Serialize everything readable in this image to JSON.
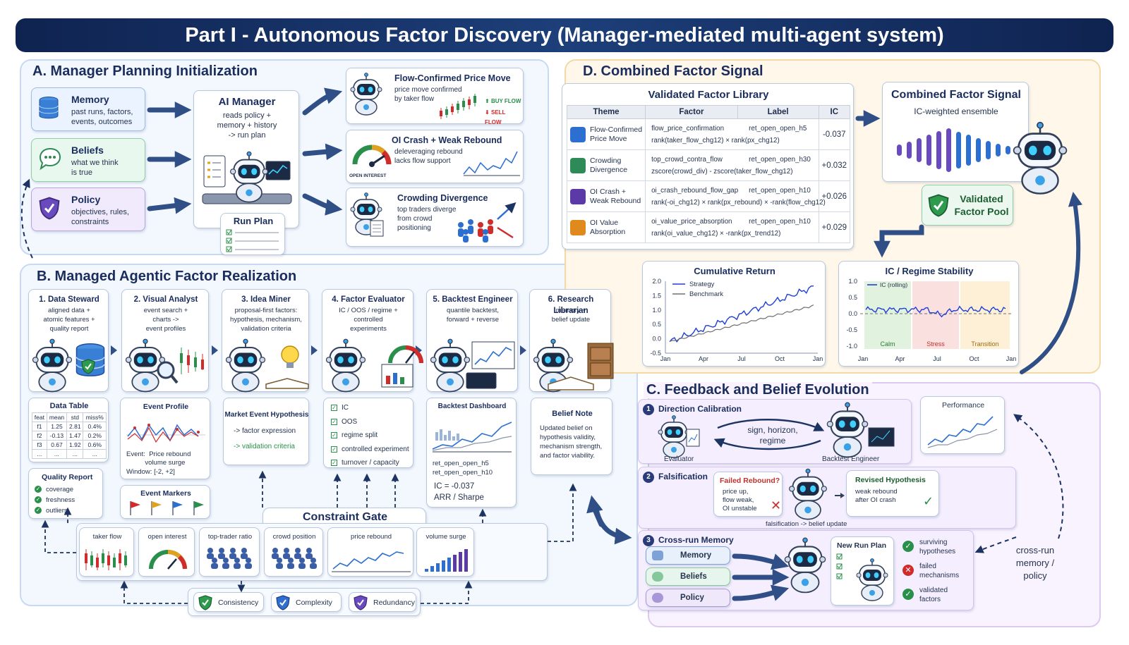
{
  "title": "Part I - Autonomous Factor Discovery (Manager-mediated multi-agent system)",
  "secA": {
    "title": "A. Manager Planning Initialization",
    "memory": {
      "title": "Memory",
      "desc": "past runs, factors,\nevents, outcomes"
    },
    "beliefs": {
      "title": "Beliefs",
      "desc": "what we think\nis true"
    },
    "policy": {
      "title": "Policy",
      "desc": "objectives, rules,\nconstraints"
    },
    "manager": {
      "title": "AI Manager",
      "desc": "reads policy +\nmemory + history\n-> run plan"
    },
    "runplan": "Run Plan",
    "hyp1": {
      "title": "Flow-Confirmed Price Move",
      "desc": "price move confirmed\nby taker flow",
      "buy": "BUY FLOW",
      "sell": "SELL FLOW"
    },
    "hyp2": {
      "title": "OI Crash + Weak Rebound",
      "desc": "deleveraging rebound\nlacks flow support",
      "gauge": "OPEN INTEREST"
    },
    "hyp3": {
      "title": "Crowding Divergence",
      "desc": "top traders diverge\nfrom crowd\npositioning"
    }
  },
  "secB": {
    "title": "B. Managed Agentic Factor Realization",
    "agents": [
      {
        "title": "1. Data Steward",
        "desc": "aligned data +\natomic features +\nquality report"
      },
      {
        "title": "2. Visual Analyst",
        "desc": "event search +\ncharts ->\nevent profiles"
      },
      {
        "title": "3. Idea Miner",
        "desc": "proposal-first factors:\nhypothesis, mechanism,\nvalidation criteria"
      },
      {
        "title": "4. Factor Evaluator",
        "desc": "IC / OOS / regime +\ncontrolled\nexperiments"
      },
      {
        "title": "5. Backtest Engineer",
        "desc": "quantile backtest,\nforward + reverse"
      },
      {
        "title": "6. Research Librarian",
        "desc": "memory +\nbelief update"
      }
    ],
    "datatable": {
      "title": "Data Table",
      "headers": [
        "feat",
        "mean",
        "std",
        "miss%"
      ],
      "rows": [
        [
          "f1",
          "1.25",
          "2.81",
          "0.4%"
        ],
        [
          "f2",
          "-0.13",
          "1.47",
          "0.2%"
        ],
        [
          "f3",
          "0.67",
          "1.92",
          "0.6%"
        ],
        [
          "...",
          "...",
          "...",
          "..."
        ]
      ]
    },
    "quality": {
      "title": "Quality Report",
      "items": [
        "coverage",
        "freshness",
        "outliers"
      ]
    },
    "eventprofile": {
      "title": "Event Profile",
      "event": "Event:  Price rebound\n          volume surge",
      "window": "Window: [-2, +2]"
    },
    "eventmarkers": "Event Markers",
    "hypothesis": {
      "title": "Market Event Hypothesis",
      "l1": "-> factor expression",
      "l2": "-> validation criteria"
    },
    "evalchecks": [
      "IC",
      "OOS",
      "regime split",
      "controlled experiment",
      "turnover / capacity"
    ],
    "dashboard": {
      "title": "Backtest Dashboard",
      "labels": "ret_open_open_h5\nret_open_open_h10",
      "ic": "IC  =  -0.037",
      "arr": "ARR / Sharpe"
    },
    "belief": {
      "title": "Belief Note",
      "desc": "Updated belief on\nhypothesis validity,\nmechanism strength,\nand factor viability."
    },
    "gate": "Constraint Gate",
    "features": [
      "taker flow",
      "open interest",
      "top-trader ratio",
      "crowd position",
      "price rebound",
      "volume surge"
    ],
    "checks": [
      "Consistency",
      "Complexity",
      "Redundancy"
    ]
  },
  "secD": {
    "title": "D. Combined Factor Signal",
    "library": {
      "title": "Validated Factor Library",
      "headers": [
        "Theme",
        "Factor",
        "Label",
        "IC"
      ],
      "rows": [
        {
          "theme": "Flow-Confirmed\nPrice Move",
          "f1": "flow_price_confirmation",
          "f2": "rank(taker_flow_chg12) × rank(px_chg12)",
          "label": "ret_open_open_h5",
          "ic": "-0.037",
          "color": "#2c6fd1"
        },
        {
          "theme": "Crowding\nDivergence",
          "f1": "top_crowd_contra_flow",
          "f2": "zscore(crowd_div) - zscore(taker_flow_chg12)",
          "label": "ret_open_open_h30",
          "ic": "+0.032",
          "color": "#2e8b57"
        },
        {
          "theme": "OI Crash +\nWeak Rebound",
          "f1": "oi_crash_rebound_flow_gap",
          "f2": "rank(-oi_chg12) × rank(px_rebound) × -rank(flow_chg12)",
          "label": "ret_open_open_h10",
          "ic": "+0.026",
          "color": "#5b3aa8"
        },
        {
          "theme": "OI Value\nAbsorption",
          "f1": "oi_value_price_absorption",
          "f2": "rank(oi_value_chg12) × -rank(px_trend12)",
          "label": "ret_open_open_h10",
          "ic": "+0.029",
          "color": "#e08a1e"
        }
      ]
    },
    "combined": {
      "title": "Combined Factor Signal",
      "desc": "IC-weighted ensemble"
    },
    "pool": "Validated\nFactor Pool",
    "cumret": {
      "title": "Cumulative Return",
      "legend": [
        "Strategy",
        "Benchmark"
      ],
      "yticks": [
        "2.0",
        "1.5",
        "1.0",
        "0.5",
        "0.0",
        "-0.5"
      ],
      "xticks": [
        "Jan",
        "Apr",
        "Jul",
        "Oct",
        "Jan"
      ]
    },
    "ic": {
      "title": "IC / Regime Stability",
      "legend": "IC (rolling)",
      "yticks": [
        "1.0",
        "0.5",
        "0.0",
        "-0.5",
        "-1.0"
      ],
      "regimes": [
        "Calm",
        "Stress",
        "Transition"
      ],
      "xticks": [
        "Jan",
        "Apr",
        "Jul",
        "Oct",
        "Jan"
      ]
    }
  },
  "secC": {
    "title": "C. Feedback and Belief Evolution",
    "c1": {
      "num": "1",
      "title": "Direction Calibration",
      "mid": "sign, horizon,\nregime",
      "left": "Evaluator",
      "right": "Backtest Engineer"
    },
    "performance": "Performance",
    "c2": {
      "num": "2",
      "title": "Falsification",
      "failed": "Failed Rebound?",
      "faileddesc": "price up,\nflow weak,\nOI unstable",
      "revised": "Revised Hypothesis",
      "reviseddesc": "weak rebound\nafter OI crash",
      "foot": "falsification -> belief update"
    },
    "c3": {
      "num": "3",
      "title": "Cross-run Memory",
      "items": [
        "Memory",
        "Beliefs",
        "Policy"
      ],
      "plan": "New Run Plan",
      "outcomes": [
        "surviving\nhypotheses",
        "failed\nmechanisms",
        "validated\nfactors"
      ]
    },
    "crossrun": "cross-run\nmemory /\npolicy"
  }
}
